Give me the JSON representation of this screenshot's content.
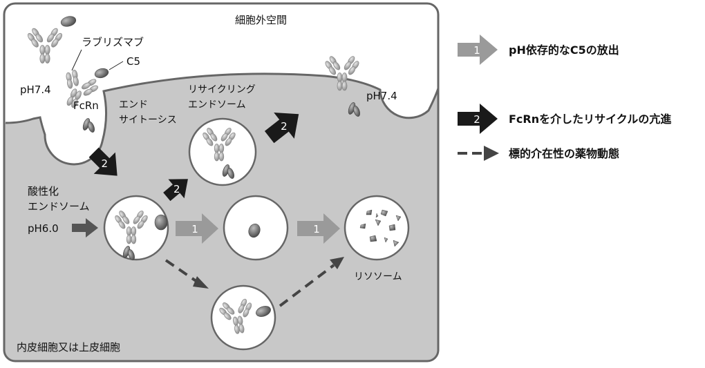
{
  "labels": {
    "extracellular": "細胞外空間",
    "antibody": "ラブリズマブ",
    "c5": "C5",
    "ph74_left": "pH7.4",
    "ph74_right": "pH7.4",
    "fcrn": "FcRn",
    "endocytosis_1": "エンド",
    "endocytosis_2": "サイトーシス",
    "recycling_1": "リサイクリング",
    "recycling_2": "エンドソーム",
    "acidified_1": "酸性化",
    "acidified_2": "エンドソーム",
    "ph60": "pH6.0",
    "lysosome": "リソソーム",
    "cell": "内皮細胞又は上皮細胞"
  },
  "markers": {
    "one": "1",
    "two": "2"
  },
  "legend": [
    {
      "marker": "1",
      "text": "pH依存的なC5の放出",
      "style": "gray-arrow"
    },
    {
      "marker": "2",
      "text": "FcRnを介したリサイクルの亢進",
      "style": "black-arrow"
    },
    {
      "marker": "",
      "text": "標的介在性の薬物動態",
      "style": "dashed-arrow"
    }
  ],
  "colors": {
    "cell_fill": "#c8c8c8",
    "outline": "#666666",
    "black_arrow": "#1a1a1a",
    "gray_arrow": "#9a9a9a",
    "dashed_arrow": "#444444",
    "molecule": "#a8a8a8"
  }
}
